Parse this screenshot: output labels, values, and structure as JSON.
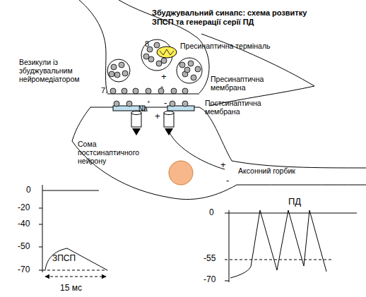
{
  "diagram": {
    "title": "Збуджувальний синапс: схема розвитку ЗПСП та генерації серії ПД",
    "labels": [
      "8",
      "Пресинаптична терміналь",
      "Везикули із збуджувальним нейромедіатором",
      "+",
      "-",
      "Пресинаптична мембрана",
      "7.",
      "+",
      "Na",
      "-",
      "+",
      "Постсинаптична мембрана",
      "Сома постсинаптичного нейрону",
      "+",
      "Аксонний горбик",
      "-",
      "0",
      "-20",
      "-40",
      "-50",
      "-70",
      "ЗПСП",
      "15 мс",
      "ПД",
      "0",
      "-55",
      "-70"
    ]
  }
}
